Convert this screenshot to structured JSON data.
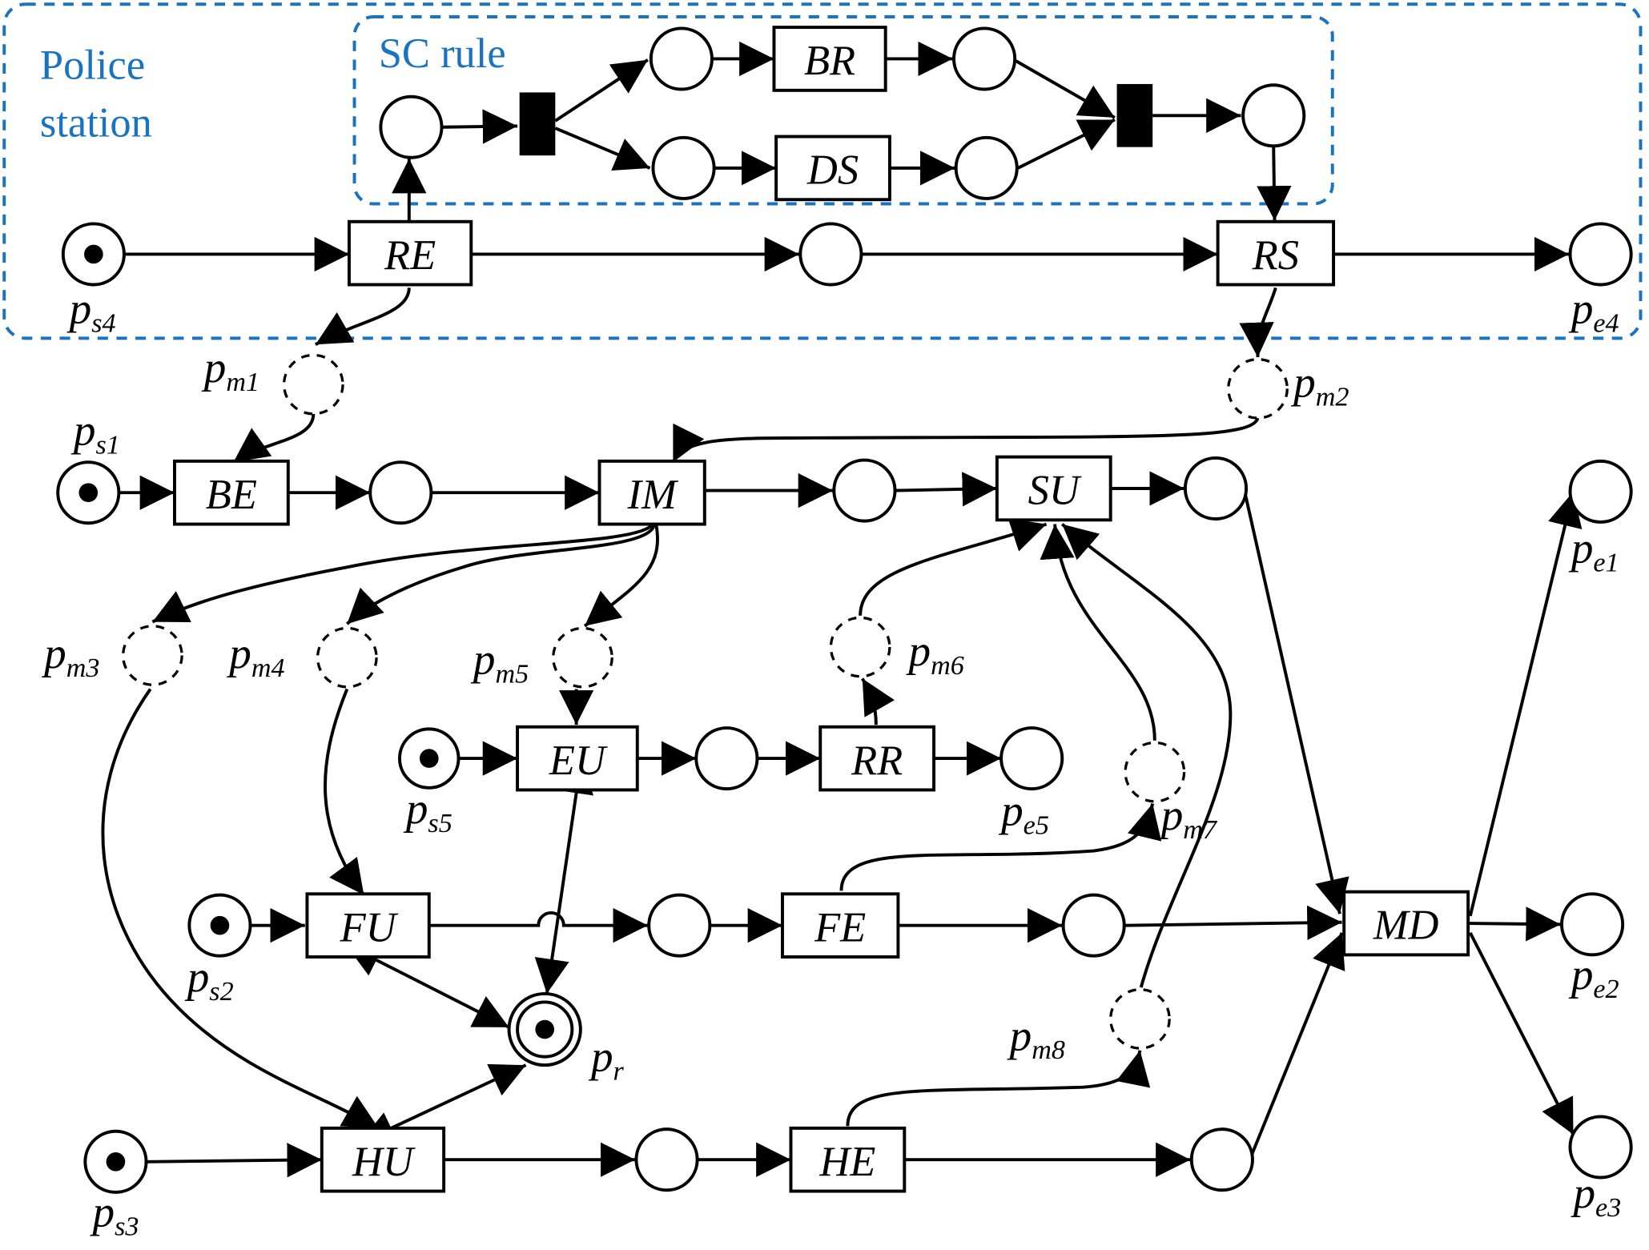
{
  "title": "Petri net model: Police station with SC rule",
  "colors": {
    "region_stroke": "#1a73c0",
    "region_text": "#1a73c0",
    "highlight_transition_fill": "#c0c0c0"
  },
  "regions": {
    "police_station": {
      "line1": "Police",
      "line2": "station"
    },
    "sc_rule": {
      "label": "SC rule"
    }
  },
  "transitions": {
    "RE": "RE",
    "RS": "RS",
    "BR": "BR",
    "DS": "DS",
    "BE": "BE",
    "IM": "IM",
    "SU": "SU",
    "EU": "EU",
    "RR": "RR",
    "FU": "FU",
    "FE": "FE",
    "HU": "HU",
    "HE": "HE",
    "MD": "MD"
  },
  "place_labels": {
    "ps4": {
      "base": "p",
      "sub": "s4"
    },
    "pe4": {
      "base": "p",
      "sub": "e4"
    },
    "pm1": {
      "base": "p",
      "sub": "m1"
    },
    "pm2": {
      "base": "p",
      "sub": "m2"
    },
    "ps1": {
      "base": "p",
      "sub": "s1"
    },
    "pe1": {
      "base": "p",
      "sub": "e1"
    },
    "pm3": {
      "base": "p",
      "sub": "m3"
    },
    "pm4": {
      "base": "p",
      "sub": "m4"
    },
    "pm5": {
      "base": "p",
      "sub": "m5"
    },
    "pm6": {
      "base": "p",
      "sub": "m6"
    },
    "ps5": {
      "base": "p",
      "sub": "s5"
    },
    "pe5": {
      "base": "p",
      "sub": "e5"
    },
    "pm7": {
      "base": "p",
      "sub": "m7"
    },
    "ps2": {
      "base": "p",
      "sub": "s2"
    },
    "pe2": {
      "base": "p",
      "sub": "e2"
    },
    "pr": {
      "base": "p",
      "sub": "r"
    },
    "pm8": {
      "base": "p",
      "sub": "m8"
    },
    "ps3": {
      "base": "p",
      "sub": "s3"
    },
    "pe3": {
      "base": "p",
      "sub": "e3"
    }
  },
  "tokens": {
    "ps1": 1,
    "ps2": 1,
    "ps3": 1,
    "ps4": 1,
    "ps5": 1,
    "pr": 1
  }
}
